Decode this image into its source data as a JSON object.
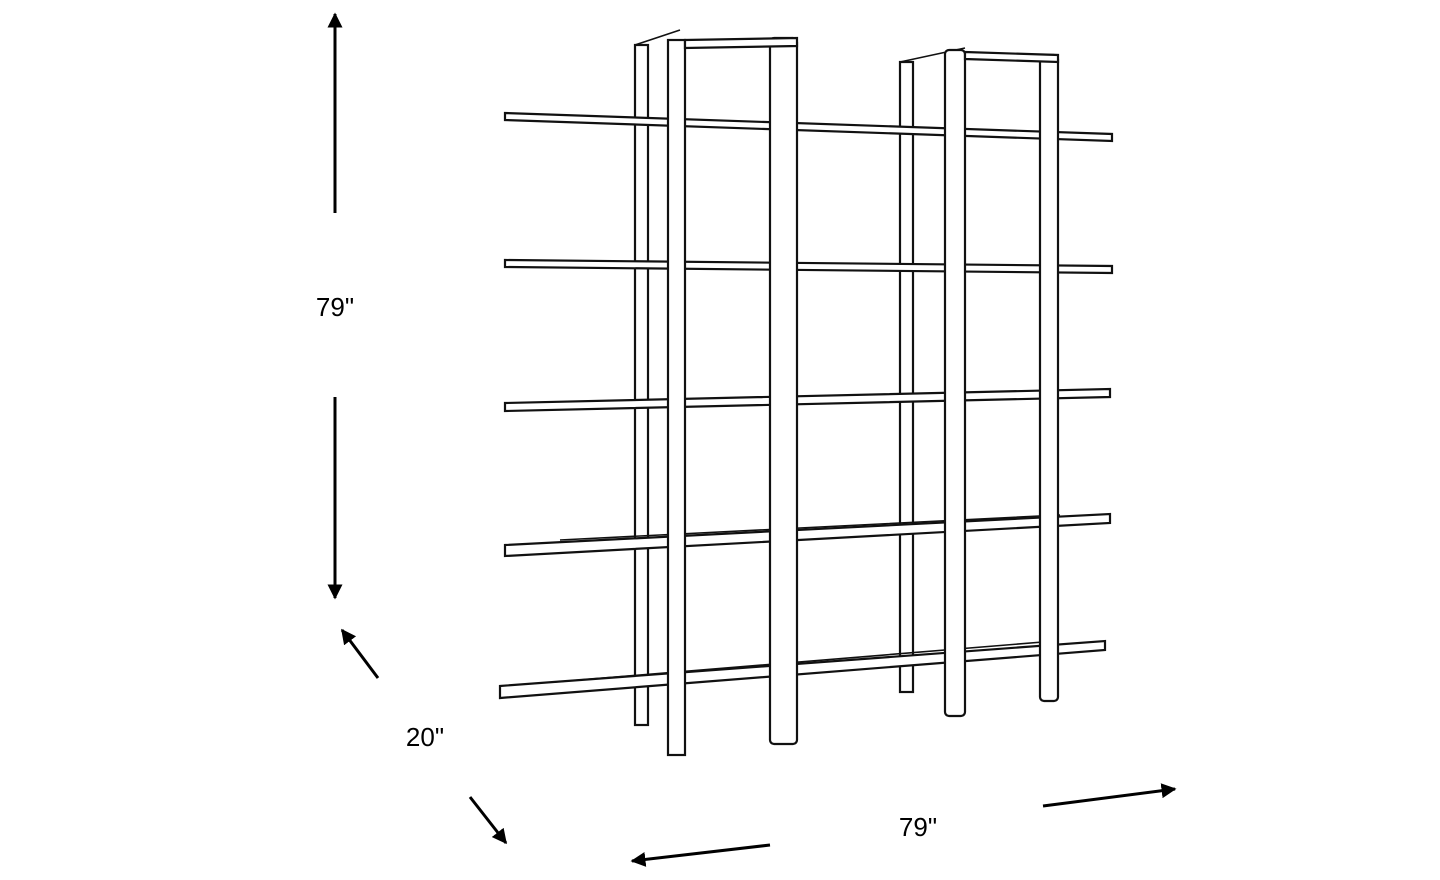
{
  "diagram": {
    "subject": "bookshelf",
    "dimensions": {
      "height_label": "79\"",
      "depth_label": "20\"",
      "width_label": "79\""
    },
    "shelf_count": 5,
    "line_color": "#111111"
  }
}
